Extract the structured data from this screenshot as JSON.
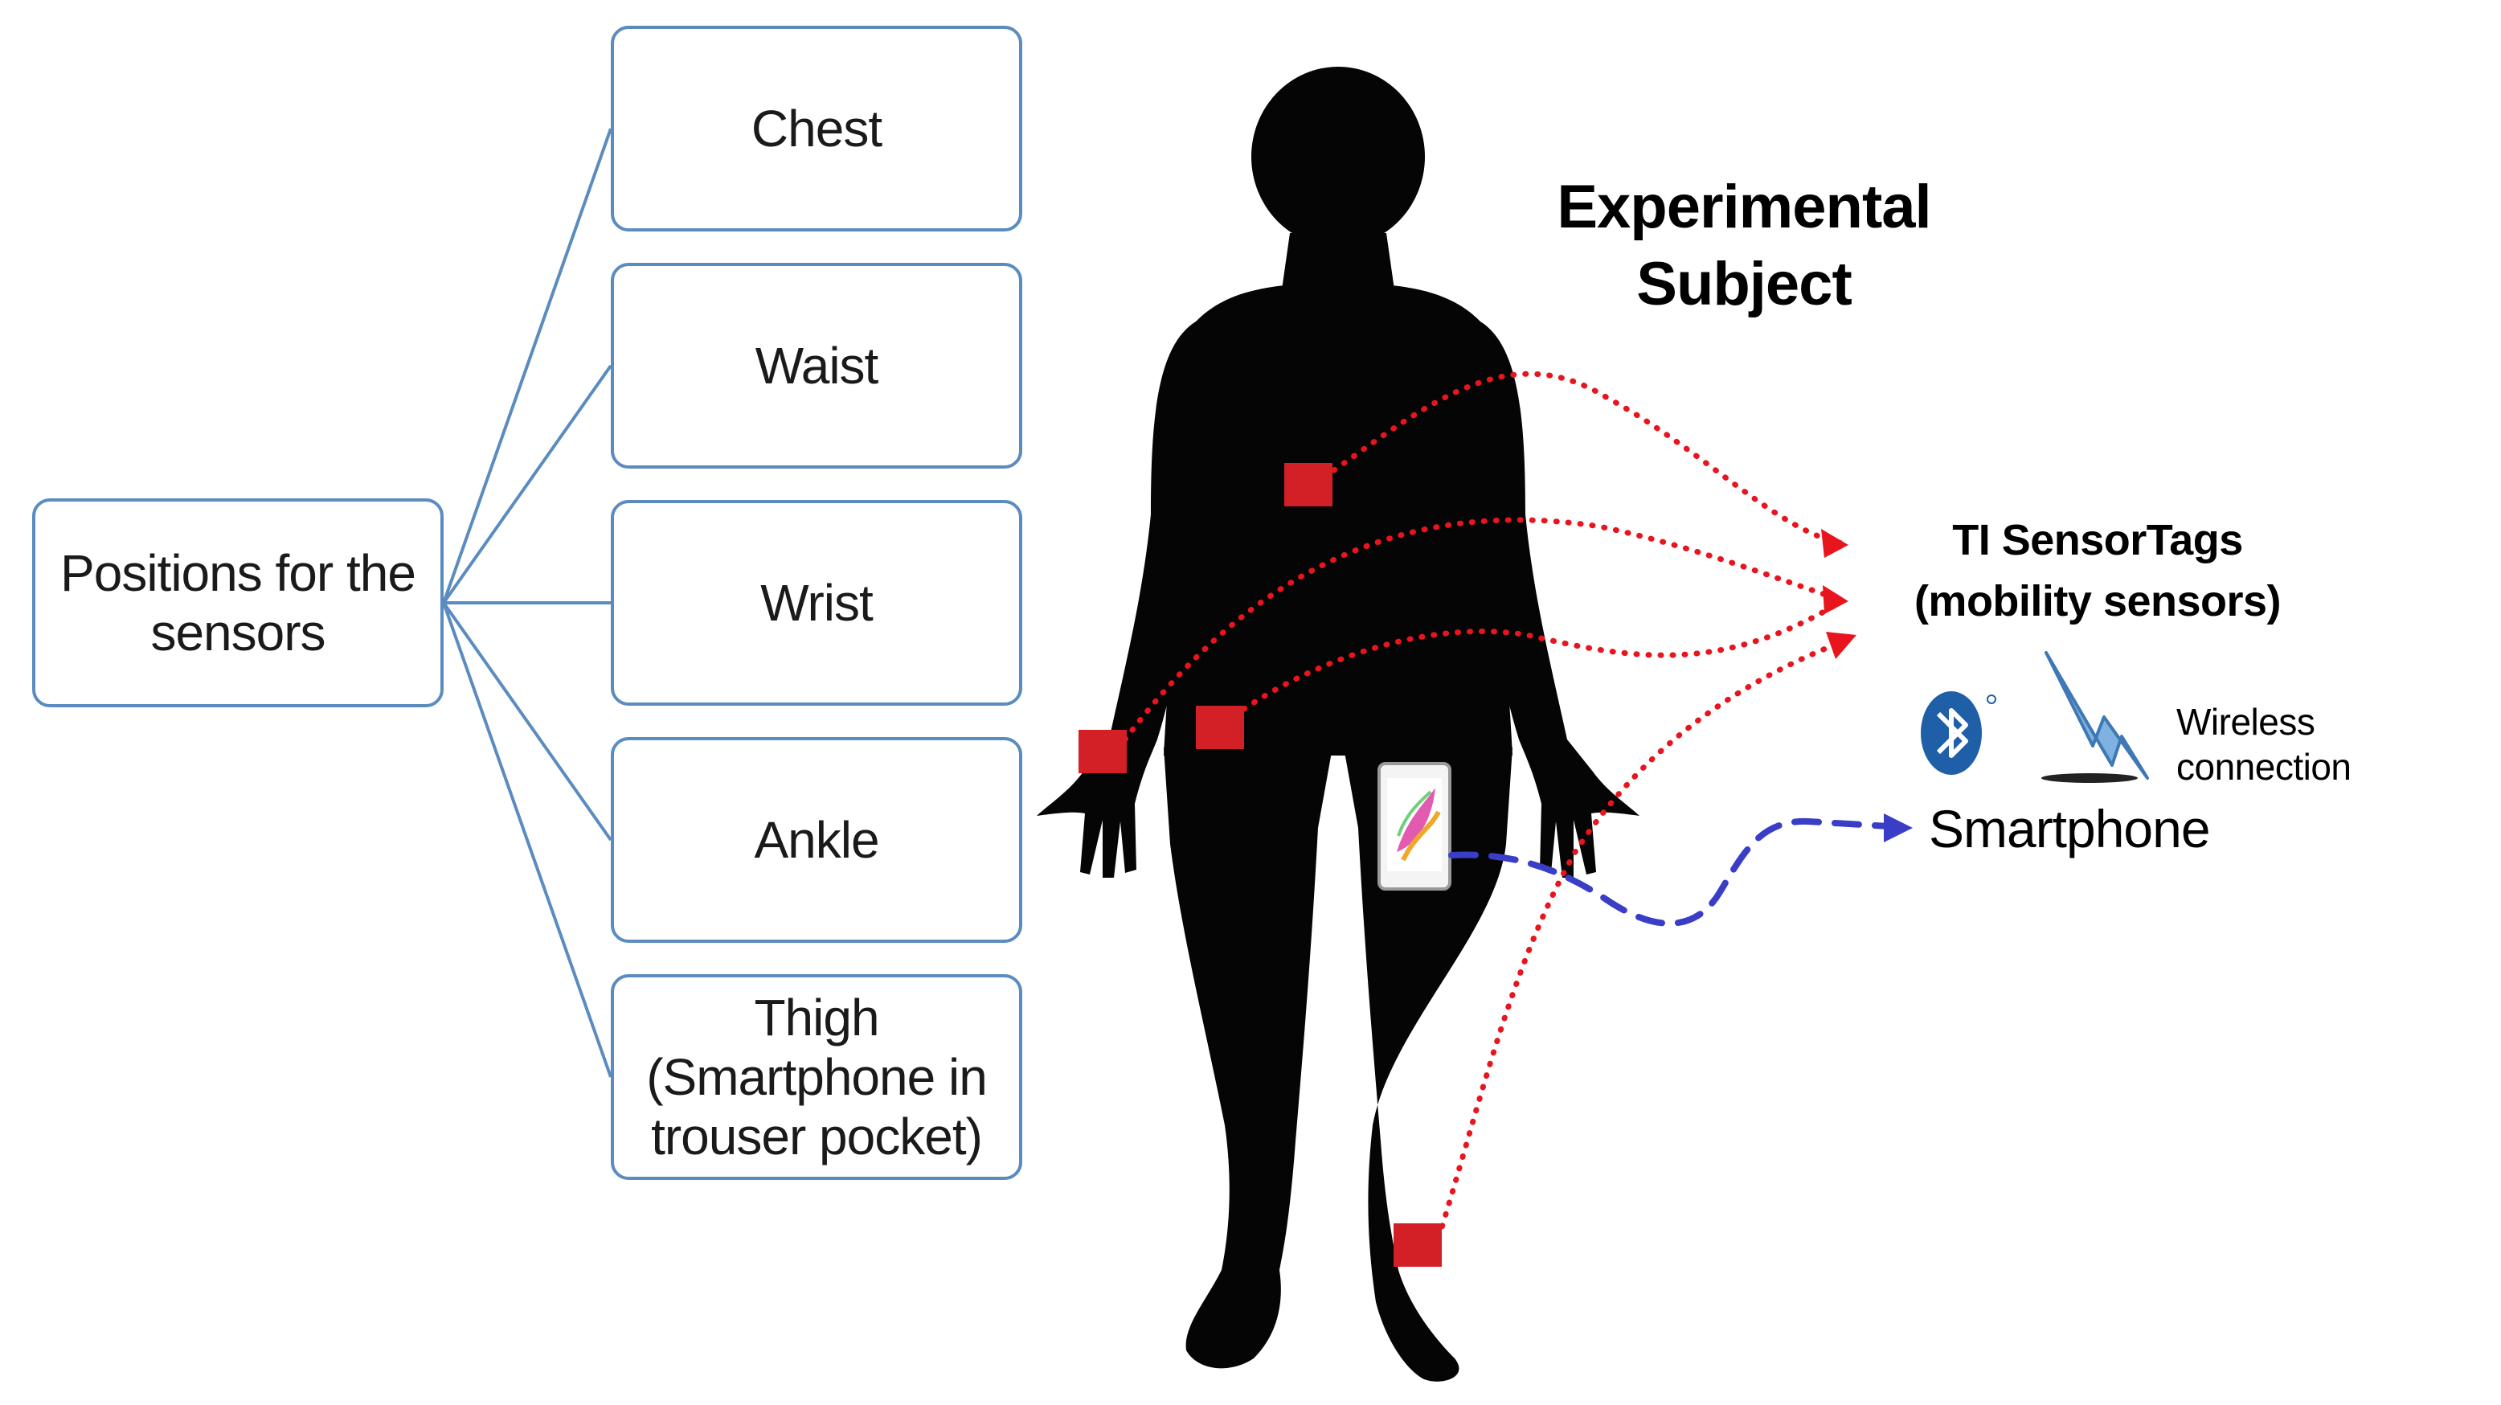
{
  "root": {
    "line1": "Positions for the",
    "line2": "sensors"
  },
  "positions": [
    {
      "lines": [
        "Chest"
      ]
    },
    {
      "lines": [
        "Waist"
      ]
    },
    {
      "lines": [
        "Wrist"
      ]
    },
    {
      "lines": [
        "Ankle"
      ]
    },
    {
      "lines": [
        "Thigh",
        "(Smartphone in",
        "trouser pocket)"
      ]
    }
  ],
  "subject": {
    "line1": "Experimental",
    "line2": "Subject"
  },
  "sensortags": {
    "line1": "TI SensorTags",
    "line2": "(mobility sensors)"
  },
  "wireless_label": "Wireless connection",
  "smartphone_label": "Smartphone",
  "colors": {
    "box_border": "#5b8cbf",
    "sensor_red": "#d31f26",
    "sensor_link": "#e8141e",
    "phone_link": "#3a3ec7",
    "bluetooth": "#1f5fa8",
    "silhouette": "#050505"
  }
}
